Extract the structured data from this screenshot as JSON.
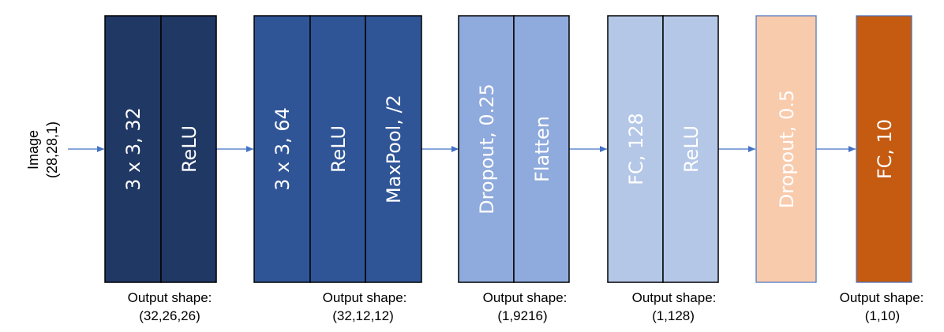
{
  "input": {
    "line1": "Image",
    "line2": "(28,28,1)"
  },
  "colors": {
    "block1": "#203864",
    "block2": "#2F5597",
    "block3": "#8FAADC",
    "block4": "#B4C7E7",
    "block5": "#F8CBAD",
    "block6": "#C55A11",
    "arrow": "#4472C4",
    "dark_text": "#ffffff",
    "block5_border": "#4472C4"
  },
  "blocks": [
    {
      "id": "block-1",
      "fill": "#203864",
      "layers": [
        "3 x 3, 32",
        "ReLU"
      ],
      "output_label": "Output shape:",
      "output_shape": "(32,26,26)"
    },
    {
      "id": "block-2",
      "fill": "#2F5597",
      "layers": [
        "3 x 3, 64",
        "ReLU",
        "MaxPool, /2"
      ],
      "output_label": "Output shape:",
      "output_shape": "(32,12,12)"
    },
    {
      "id": "block-3",
      "fill": "#8FAADC",
      "layers": [
        "Dropout, 0.25",
        "Flatten"
      ],
      "output_label": "Output shape:",
      "output_shape": "(1,9216)"
    },
    {
      "id": "block-4",
      "fill": "#B4C7E7",
      "layers": [
        "FC, 128",
        "ReLU"
      ],
      "output_label": "Output shape:",
      "output_shape": "(1,128)"
    },
    {
      "id": "block-5",
      "fill": "#F8CBAD",
      "layers": [
        "Dropout, 0.5"
      ],
      "output_label": "",
      "output_shape": ""
    },
    {
      "id": "block-6",
      "fill": "#C55A11",
      "layers": [
        "FC, 10"
      ],
      "output_label": "Output shape:",
      "output_shape": "(1,10)"
    }
  ]
}
